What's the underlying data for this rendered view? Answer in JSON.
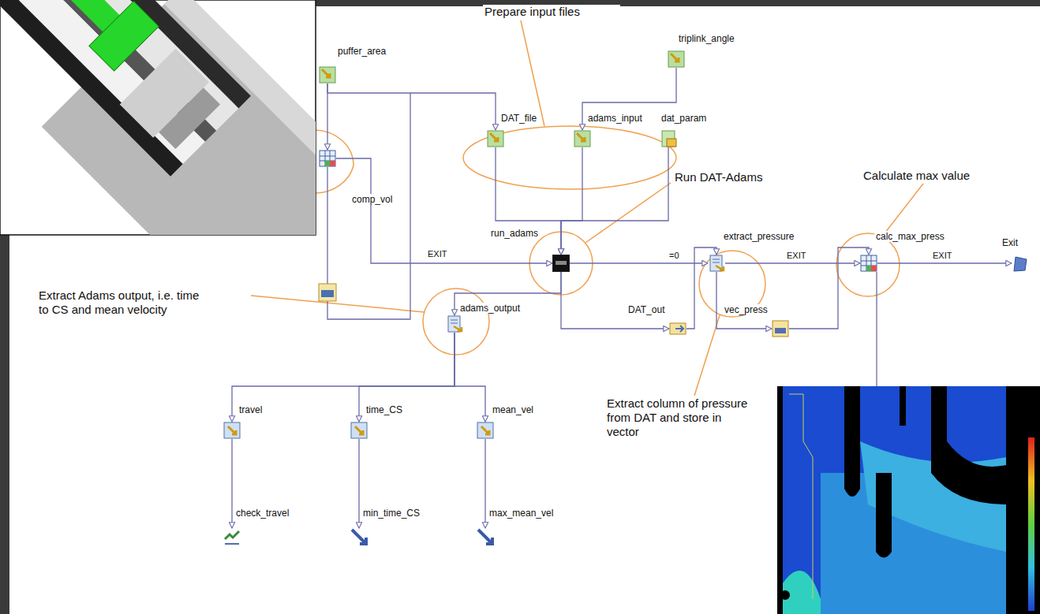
{
  "diagram": {
    "nodes": [
      {
        "text": [
          "puffer_area"
        ]
      },
      {
        "text": [
          "triplink_angle"
        ]
      },
      {
        "text": [
          "DAT_file"
        ]
      },
      {
        "text": [
          "adams_input"
        ]
      },
      {
        "text": [
          "dat_param"
        ]
      },
      {
        "text": [
          "comp_vol"
        ]
      },
      {
        "text": [
          "run_adams"
        ]
      },
      {
        "text": [
          "extract_pressure"
        ]
      },
      {
        "text": [
          "calc_max_press"
        ]
      },
      {
        "text": [
          "Exit"
        ]
      },
      {
        "text": [
          "adams_output"
        ]
      },
      {
        "text": [
          "DAT_out"
        ]
      },
      {
        "text": [
          "vec_press"
        ]
      },
      {
        "text": [
          "travel"
        ]
      },
      {
        "text": [
          "time_CS"
        ]
      },
      {
        "text": [
          "mean_vel"
        ]
      },
      {
        "text": [
          "check_travel"
        ]
      },
      {
        "text": [
          "min_time_CS"
        ]
      },
      {
        "text": [
          "max_mean_vel"
        ]
      }
    ],
    "edges": [
      {
        "from": 0,
        "to": 2,
        "arrow": "to"
      },
      {
        "from": 0,
        "to": 5,
        "arrow": "to"
      },
      {
        "from": 1,
        "to": 3,
        "arrow": "to"
      },
      {
        "from": 2,
        "to": 6,
        "arrow": "to"
      },
      {
        "from": 3,
        "to": 6,
        "arrow": "to"
      },
      {
        "from": 4,
        "to": 6,
        "arrow": "to"
      },
      {
        "from": 5,
        "to": 6,
        "label": "EXIT",
        "arrow": "to"
      },
      {
        "from": 6,
        "to": 7,
        "label": "=0",
        "arrow": "to"
      },
      {
        "from": 7,
        "to": 8,
        "label": "EXIT",
        "arrow": "to"
      },
      {
        "from": 8,
        "to": 9,
        "label": "EXIT",
        "arrow": "to"
      },
      {
        "from": 6,
        "to": 10,
        "arrow": "to"
      },
      {
        "from": 6,
        "to": 11,
        "arrow": "to"
      },
      {
        "from": 11,
        "to": 7,
        "arrow": "to"
      },
      {
        "from": 7,
        "to": 12,
        "arrow": "to"
      },
      {
        "from": 12,
        "to": 8,
        "arrow": "to"
      },
      {
        "from": 10,
        "to": 13,
        "arrow": "to"
      },
      {
        "from": 10,
        "to": 14,
        "arrow": "to"
      },
      {
        "from": 10,
        "to": 15,
        "arrow": "to"
      },
      {
        "from": 13,
        "to": 16,
        "arrow": "to"
      },
      {
        "from": 14,
        "to": 17,
        "arrow": "to"
      },
      {
        "from": 15,
        "to": 18,
        "arrow": "to"
      }
    ],
    "labels": [
      "Prepare input files",
      "Run DAT-Adams",
      "Calculate max value",
      "Extract Adams output, i.e. time to CS and mean velocity",
      "Extract column of pressure from DAT and store in vector"
    ]
  }
}
